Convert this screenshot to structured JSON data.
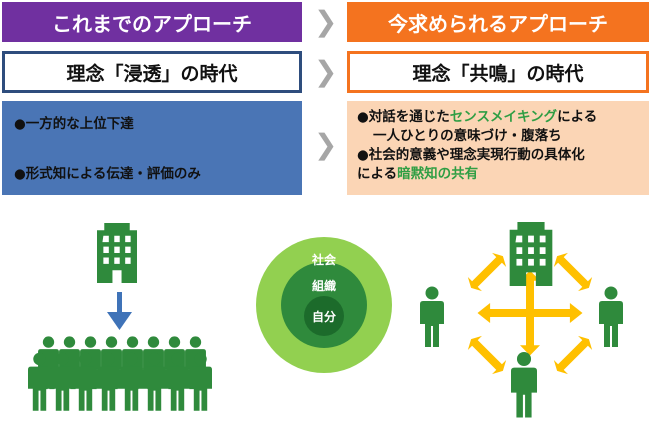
{
  "headers": {
    "left": "これまでのアプローチ",
    "right": "今求められるアプローチ"
  },
  "eras": {
    "left": "理念「浸透」の時代",
    "right": "理念「共鳴」の時代"
  },
  "left_points": [
    "●一方的な上位下達",
    "●形式知による伝達・評価のみ"
  ],
  "right_points": {
    "p1_pre": "●対話を通じた",
    "p1_em": "センスメイキング",
    "p1_post": "による",
    "p1_cont": "一人ひとりの意味づけ・腹落ち",
    "p2": "●社会的意義や理念実現行動の具体化",
    "p3_pre": "による",
    "p3_em": "暗黙知の共有"
  },
  "circles": {
    "outer": "社会",
    "middle": "組織",
    "inner": "自分"
  },
  "arrow_glyph": "❯",
  "colors": {
    "purple": "#7030a0",
    "orange": "#f4731f",
    "navy": "#2e4d7d",
    "blue": "#4a75b5",
    "peach": "#fbd5b5",
    "green": "#2f8a3c",
    "arrow_yellow": "#ffc000",
    "arrow_blue": "#3f73b8"
  }
}
